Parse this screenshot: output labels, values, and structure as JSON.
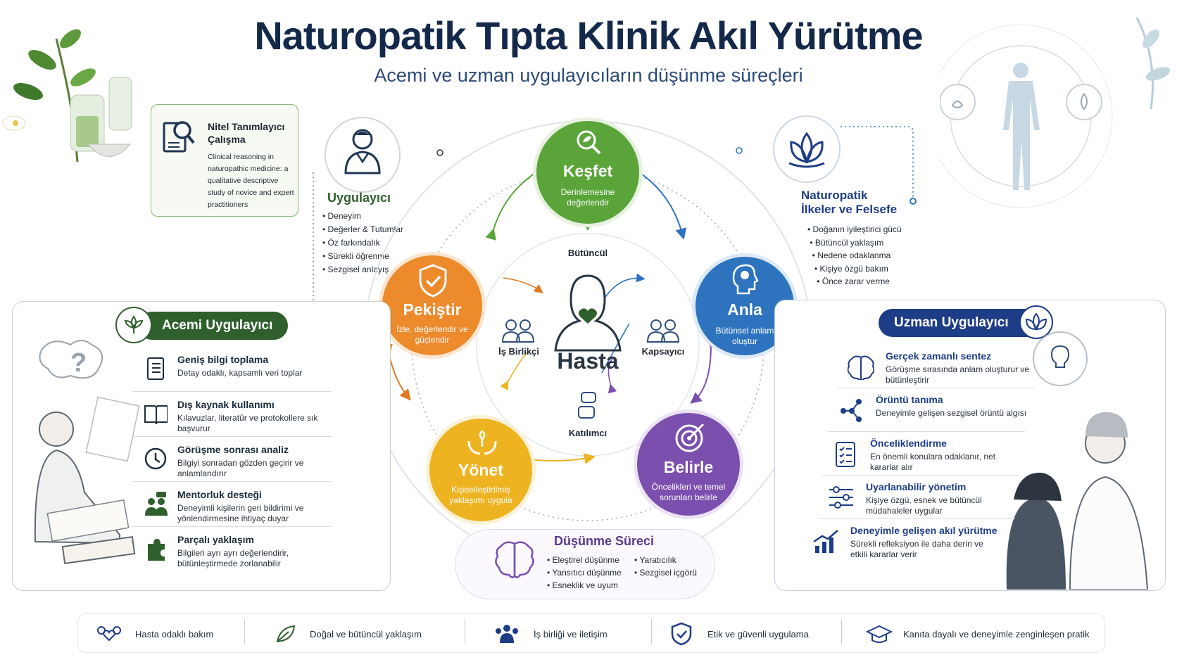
{
  "header": {
    "title": "Naturopatik Tıpta Klinik Akıl Yürütme",
    "subtitle": "Acemi ve uzman uygulayıcıların düşünme süreçleri"
  },
  "study_card": {
    "title": "Nitel Tanımlayıcı Çalışma",
    "text": "Clinical reasoning in naturopathic medicine: a qualitative descriptive study of novice and expert practitioners"
  },
  "practitioner": {
    "title": "Uygulayıcı",
    "items": [
      "Deneyim",
      "Değerler & Tutumlar",
      "Öz farkındalık",
      "Sürekli öğrenme",
      "Sezgisel anlayış"
    ]
  },
  "principles": {
    "title_line1": "Naturopatik",
    "title_line2": "İlkeler ve Felsefe",
    "items": [
      "Doğanın iyileştirici gücü",
      "Bütüncül yaklaşım",
      "Nedene odaklanma",
      "Kişiye özgü bakım",
      "Önce zarar verme"
    ]
  },
  "cycle": {
    "kesfet": {
      "title": "Keşfet",
      "desc": "Derinlemesine değerlendir"
    },
    "anla": {
      "title": "Anla",
      "desc": "Bütünsel anlam oluştur"
    },
    "belirle": {
      "title": "Belirle",
      "desc": "Öncelikleri ve temel sorunları belirle"
    },
    "yonet": {
      "title": "Yönet",
      "desc": "Kişiselleştirilmiş yaklaşımı uygula"
    },
    "pekistir": {
      "title": "Pekiştir",
      "desc": "İzle, değerlendir ve güçlendir"
    },
    "center": {
      "patient": "Hasta",
      "top": "Bütüncül",
      "left": "İş Birlikçi",
      "right": "Kapsayıcı",
      "bottom": "Katılımcı"
    }
  },
  "thinking": {
    "title": "Düşünme Süreci",
    "col1": [
      "Eleştirel düşünme",
      "Yansıtıcı düşünme",
      "Esneklik ve uyum"
    ],
    "col2": [
      "Yaratıcılık",
      "Sezgisel içgörü"
    ]
  },
  "novice": {
    "title": "Acemi Uygulayıcı",
    "items": [
      {
        "title": "Geniş bilgi toplama",
        "desc": "Detay odaklı, kapsamlı veri toplar"
      },
      {
        "title": "Dış kaynak kullanımı",
        "desc": "Kılavuzlar, literatür ve protokollere sık başvurur"
      },
      {
        "title": "Görüşme sonrası analiz",
        "desc": "Bilgiyi sonradan gözden geçirir ve anlamlandırır"
      },
      {
        "title": "Mentorluk desteği",
        "desc": "Deneyimli kişilerin geri bildirimi ve yönlendirmesine ihtiyaç duyar"
      },
      {
        "title": "Parçalı yaklaşım",
        "desc": "Bilgileri ayrı ayrı değerlendirir, bütünleştirmede zorlanabilir"
      }
    ]
  },
  "expert": {
    "title": "Uzman Uygulayıcı",
    "items": [
      {
        "title": "Gerçek zamanlı sentez",
        "desc": "Görüşme sırasında anlam oluşturur ve bütünleştirir"
      },
      {
        "title": "Örüntü tanıma",
        "desc": "Deneyimle gelişen sezgisel örüntü algısı"
      },
      {
        "title": "Önceliklendirme",
        "desc": "En önemli konulara odaklanır, net kararlar alır"
      },
      {
        "title": "Uyarlanabilir yönetim",
        "desc": "Kişiye özgü, esnek ve bütüncül müdahaleler uygular"
      },
      {
        "title": "Deneyimle gelişen akıl yürütme",
        "desc": "Sürekli refleksiyon ile daha derin ve etkili kararlar verir"
      }
    ]
  },
  "footer": [
    "Hasta odaklı bakım",
    "Doğal ve bütüncül yaklaşım",
    "İş birliği ve iletişim",
    "Etik ve güvenli uygulama",
    "Kanıta dayalı ve deneyimle zenginleşen pratik"
  ],
  "colors": {
    "green": "#5aa43a",
    "orange": "#ec8a2c",
    "yellow": "#eeb320",
    "purple": "#7a4fae",
    "blue": "#2d73be",
    "navy": "#1d3d86",
    "dark_green": "#2f5f2c"
  }
}
